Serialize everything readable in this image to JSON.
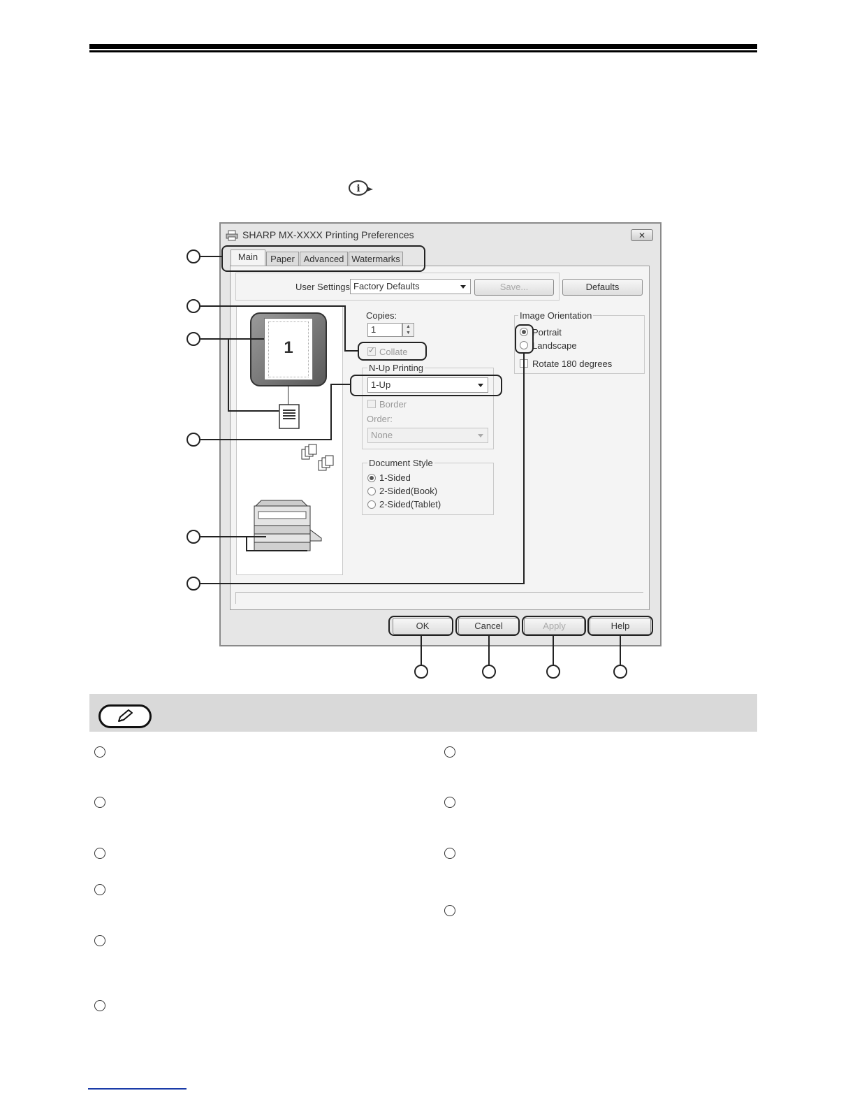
{
  "dialog": {
    "title": "SHARP MX-XXXX Printing Preferences",
    "close_label": "✕",
    "tabs": [
      {
        "label": "Main",
        "active": true
      },
      {
        "label": "Paper",
        "active": false
      },
      {
        "label": "Advanced",
        "active": false
      },
      {
        "label": "Watermarks",
        "active": false
      }
    ],
    "user_settings": {
      "label": "User Settings:",
      "value": "Factory Defaults",
      "save_label": "Save...",
      "defaults_label": "Defaults"
    },
    "preview": {
      "page_number": "1"
    },
    "copies": {
      "label": "Copies:",
      "value": "1",
      "collate_label": "Collate",
      "collate_checked": true
    },
    "nup": {
      "group_label": "N-Up Printing",
      "value": "1-Up",
      "border_label": "Border",
      "order_label": "Order:",
      "order_value": "None"
    },
    "document_style": {
      "group_label": "Document Style",
      "options": [
        "1-Sided",
        "2-Sided(Book)",
        "2-Sided(Tablet)"
      ],
      "selected": "1-Sided"
    },
    "orientation": {
      "group_label": "Image Orientation",
      "options": [
        "Portrait",
        "Landscape"
      ],
      "selected": "Portrait",
      "rotate_label": "Rotate 180 degrees"
    },
    "buttons": {
      "ok": "OK",
      "cancel": "Cancel",
      "apply": "Apply",
      "help": "Help"
    }
  },
  "icons": {
    "info": "info-hand-icon",
    "note": "pencil-icon",
    "printer": "printer-icon"
  }
}
